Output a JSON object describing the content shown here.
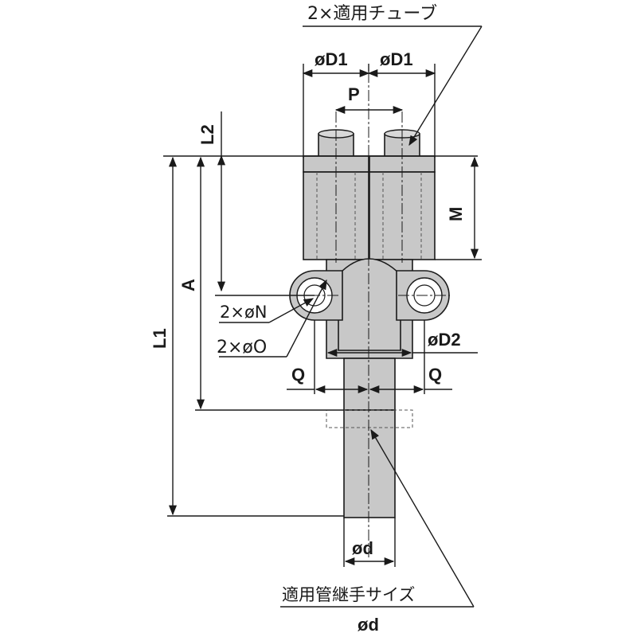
{
  "drawing": {
    "labels": {
      "tube_applicable": "2×適用チューブ",
      "d1_left": "øD1",
      "d1_right": "øD1",
      "p": "P",
      "l2": "L2",
      "m": "M",
      "a": "A",
      "l1": "L1",
      "n_hole": "2×øN",
      "o_hole": "2×øO",
      "d2": "øD2",
      "q_left": "Q",
      "q_right": "Q",
      "d_small": "ød",
      "fitting_size": "適用管継手サイズ",
      "d_bottom": "ød"
    }
  }
}
